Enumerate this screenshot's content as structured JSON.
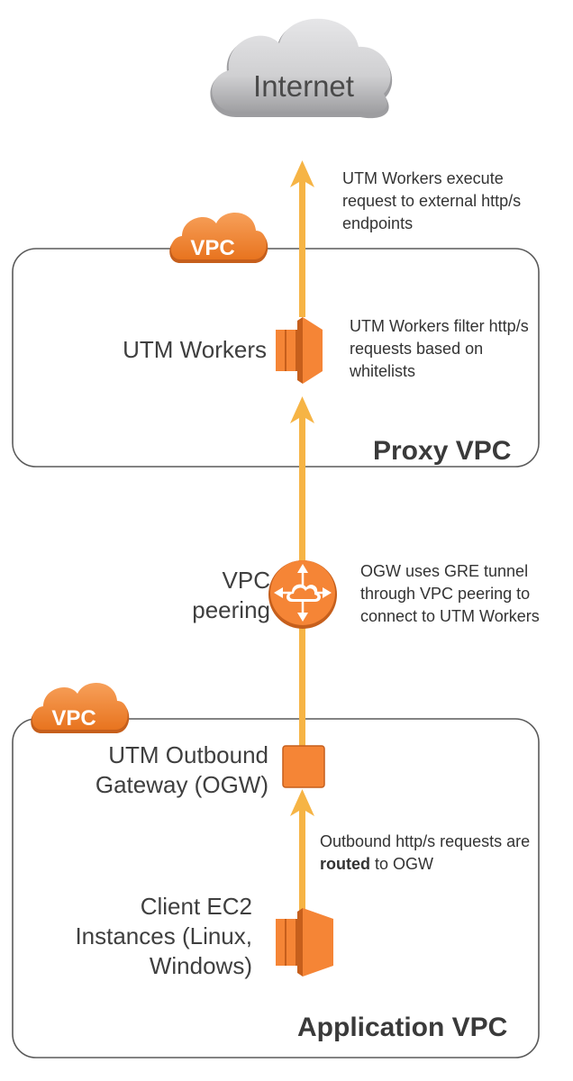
{
  "internet": {
    "label": "Internet"
  },
  "proxy_vpc": {
    "badge": "VPC",
    "title": "Proxy VPC",
    "workers_label": "UTM Workers",
    "workers_note": "UTM Workers filter http/s requests based on whitelists"
  },
  "egress_note": "UTM Workers execute request to external http/s endpoints",
  "peering": {
    "label_line1": "VPC",
    "label_line2": "peering",
    "note": "OGW uses GRE tunnel through VPC peering to connect to UTM Workers"
  },
  "app_vpc": {
    "badge": "VPC",
    "title": "Application VPC",
    "ogw_line1": "UTM Outbound",
    "ogw_line2": "Gateway (OGW)",
    "client_line1": "Client EC2",
    "client_line2": "Instances (Linux,",
    "client_line3": "Windows)",
    "routed_note_prefix": "Outbound http/s requests are ",
    "routed_note_bold": "routed",
    "routed_note_suffix": " to OGW"
  },
  "colors": {
    "orange": "#f58536",
    "orange_dark": "#c65f1c",
    "arrow": "#f6b445",
    "cloud_light": "#d8d8da",
    "cloud_dark": "#a8a8ab",
    "box_border": "#5a5a5a"
  }
}
